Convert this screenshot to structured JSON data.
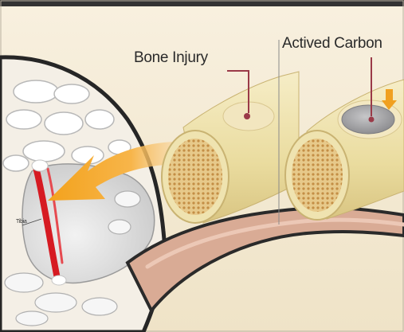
{
  "labels": {
    "bone_injury": "Bone Injury",
    "activated_carbon": "Actived Carbon",
    "tibia": "Tibia"
  },
  "colors": {
    "background": "#f6ecd8",
    "bone": "#eee1ab",
    "marrow": "#d9b369",
    "injury_spot": "#9a3a48",
    "carbon_patch": "#a8a8aa",
    "arrow_orange": "#f0a020",
    "tibia_red": "#d61a22",
    "tail": "#d6a58e",
    "outline": "#2a2a2a",
    "body_fill": "#dcdcdc"
  },
  "icons": {
    "pointer": "orange-down-arrow-icon"
  }
}
